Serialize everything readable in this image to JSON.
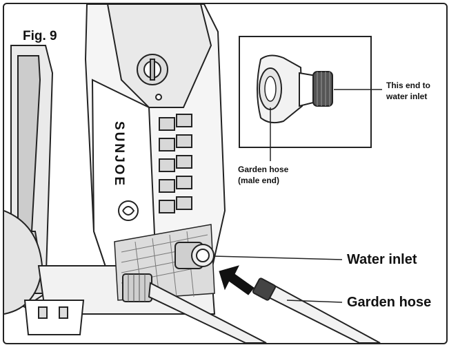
{
  "figure": {
    "label": "Fig. 9"
  },
  "inset": {
    "right_label_lines": [
      "This end to",
      "water inlet"
    ],
    "left_label_lines": [
      "Garden hose",
      "(male end)"
    ]
  },
  "callouts": {
    "water_inlet": "Water inlet",
    "garden_hose": "Garden hose"
  },
  "machine": {
    "brand": "SUNJOE"
  },
  "colors": {
    "line": "#222222",
    "fill_light": "#eeeeee",
    "fill_mid": "#cfcfcf",
    "arrow": "#111111"
  }
}
